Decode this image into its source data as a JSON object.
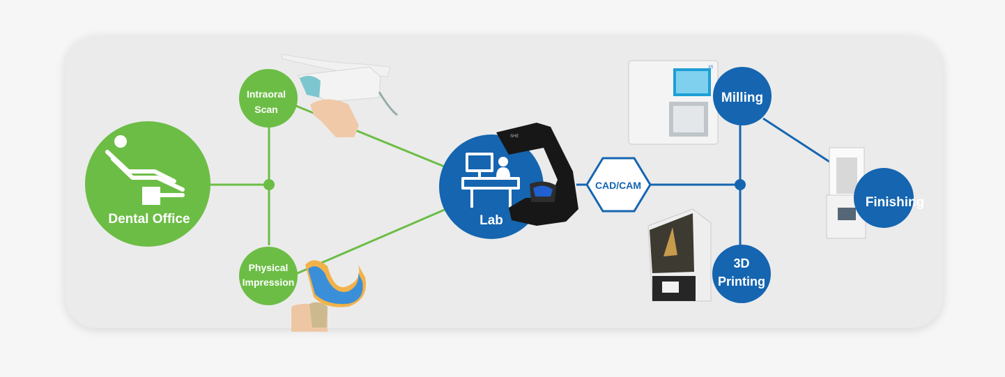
{
  "nodes": {
    "dental_office": "Dental Office",
    "intraoral_scan": [
      "Intraoral",
      "Scan"
    ],
    "physical_impression": [
      "Physical",
      "Impression"
    ],
    "lab": "Lab",
    "cad_cam": "CAD/CAM",
    "milling": "Milling",
    "printing_3d": [
      "3D",
      "Printing"
    ],
    "finishing": "Finishing"
  },
  "colors": {
    "green": "#6cbd45",
    "blue": "#1565b0",
    "panel": "#ebebeb"
  },
  "icons": [
    "dental-chair-icon",
    "lab-desk-icon",
    "intraoral-scanner-image",
    "impression-tray-image",
    "lab-scanner-image",
    "milling-machine-image",
    "3d-printer-image",
    "furnace-image"
  ]
}
